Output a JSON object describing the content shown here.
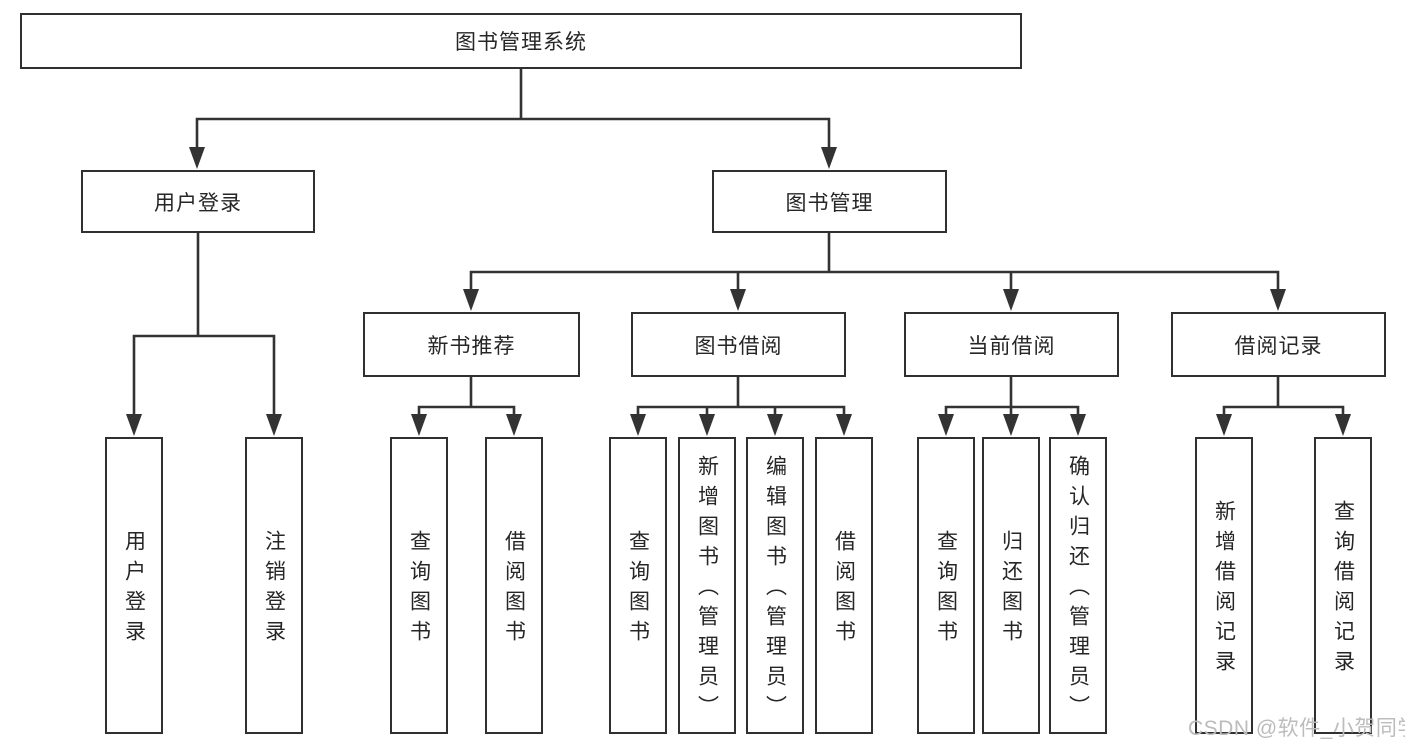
{
  "tree": {
    "root": {
      "label": "图书管理系统",
      "children": [
        {
          "label": "用户登录",
          "children": [
            {
              "label": "用户登录"
            },
            {
              "label": "注销登录"
            }
          ]
        },
        {
          "label": "图书管理",
          "children": [
            {
              "label": "新书推荐",
              "children": [
                {
                  "label": "查询图书"
                },
                {
                  "label": "借阅图书"
                }
              ]
            },
            {
              "label": "图书借阅",
              "children": [
                {
                  "label": "查询图书"
                },
                {
                  "label": "新增图书（管理员）"
                },
                {
                  "label": "编辑图书（管理员）"
                },
                {
                  "label": "借阅图书"
                }
              ]
            },
            {
              "label": "当前借阅",
              "children": [
                {
                  "label": "查询图书"
                },
                {
                  "label": "归还图书"
                },
                {
                  "label": "确认归还（管理员）"
                }
              ]
            },
            {
              "label": "借阅记录",
              "children": [
                {
                  "label": "新增借阅记录"
                },
                {
                  "label": "查询借阅记录"
                }
              ]
            }
          ]
        }
      ]
    }
  },
  "watermark": {
    "text": "CSDN @软件_小贺同学"
  },
  "colors": {
    "line": "#333333",
    "box_border": "#303030",
    "box_fill": "#ffffff",
    "text": "#262626",
    "watermark": "#bcbcbc",
    "background": "#ffffff"
  }
}
